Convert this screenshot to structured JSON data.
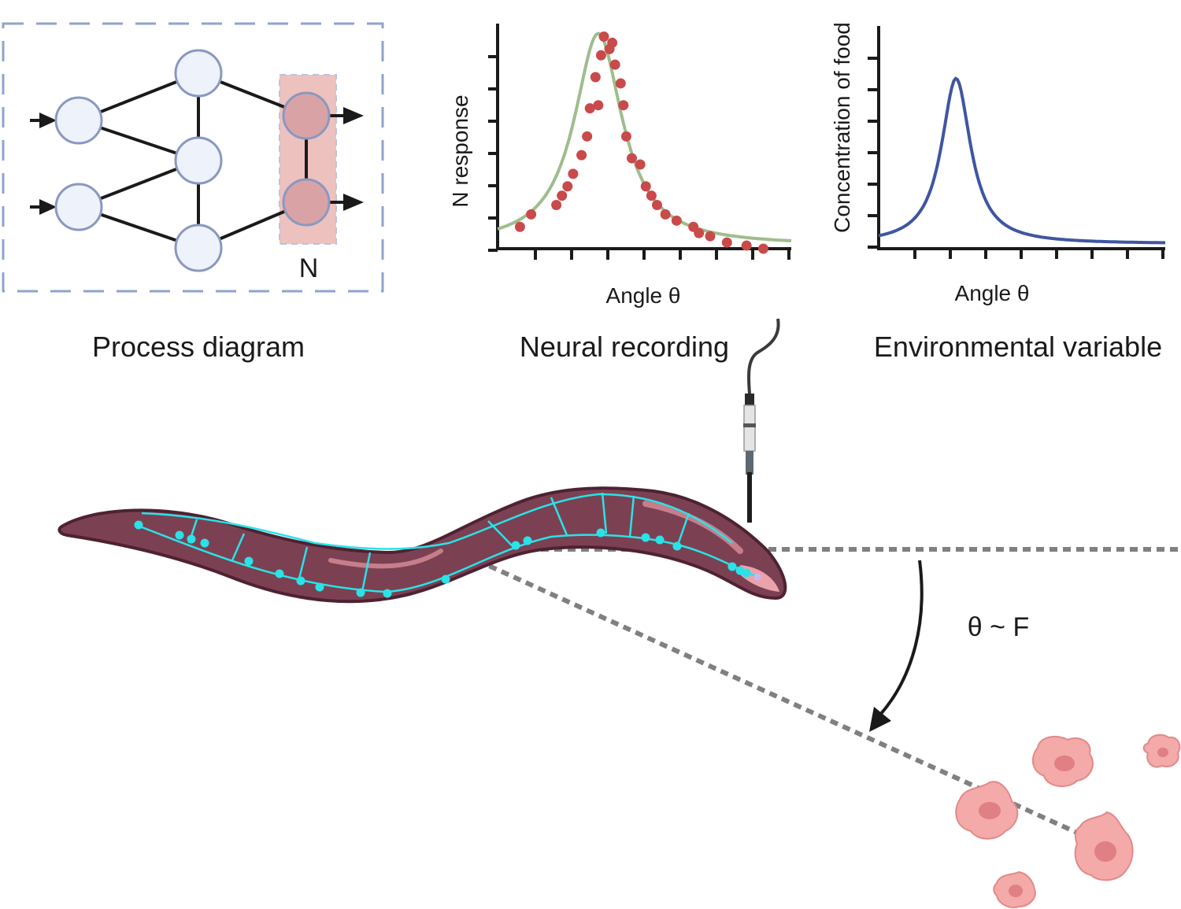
{
  "process_diagram": {
    "caption": "Process diagram",
    "highlight_label": "N"
  },
  "neural_recording": {
    "caption": "Neural recording",
    "xlabel": "Angle θ",
    "ylabel": "N response"
  },
  "environmental_variable": {
    "caption": "Environmental variable",
    "xlabel": "Angle θ",
    "ylabel": "Concentration of food"
  },
  "relation": {
    "text": "θ ~ F"
  },
  "colors": {
    "diagram_border": "#8fa3cc",
    "node_fill": "#eef3fb",
    "node_stroke": "#8a98c0",
    "highlight_fill": "#e9b2ae",
    "scatter_point": "#c94a4a",
    "fit_curve": "#9ebd8c",
    "food_curve": "#3f56a0",
    "worm_body": "#7b4152",
    "worm_nerve": "#29e3e8",
    "food_cell": "#f0a5a3",
    "dotted_line": "#808080"
  },
  "chart_data": [
    {
      "type": "scatter",
      "title": "Neural recording",
      "xlabel": "Angle θ",
      "ylabel": "N response",
      "x": [
        0.8,
        1.2,
        2.1,
        2.3,
        2.5,
        2.7,
        3.0,
        3.2,
        3.3,
        3.5,
        3.6,
        3.7,
        3.8,
        4.0,
        4.1,
        4.2,
        4.4,
        4.5,
        4.6,
        4.8,
        5.1,
        5.3,
        5.5,
        5.7,
        6.0,
        6.4,
        7.0,
        7.2,
        7.6,
        8.2,
        8.9,
        9.5
      ],
      "y": [
        0.7,
        1.1,
        1.4,
        1.7,
        2.0,
        2.4,
        3.0,
        3.6,
        4.5,
        5.5,
        4.6,
        6.2,
        6.8,
        6.4,
        6.6,
        5.9,
        5.3,
        4.6,
        3.6,
        2.9,
        2.7,
        2.0,
        1.7,
        1.4,
        1.1,
        0.9,
        0.7,
        0.5,
        0.4,
        0.2,
        0.1,
        0.0
      ],
      "xlim": [
        0,
        10.5
      ],
      "ylim": [
        0,
        7
      ]
    },
    {
      "type": "line",
      "title": "Environmental variable",
      "xlabel": "Angle θ",
      "ylabel": "Concentration of food",
      "xlim": [
        0,
        10
      ],
      "ylim": [
        0,
        7
      ]
    }
  ]
}
